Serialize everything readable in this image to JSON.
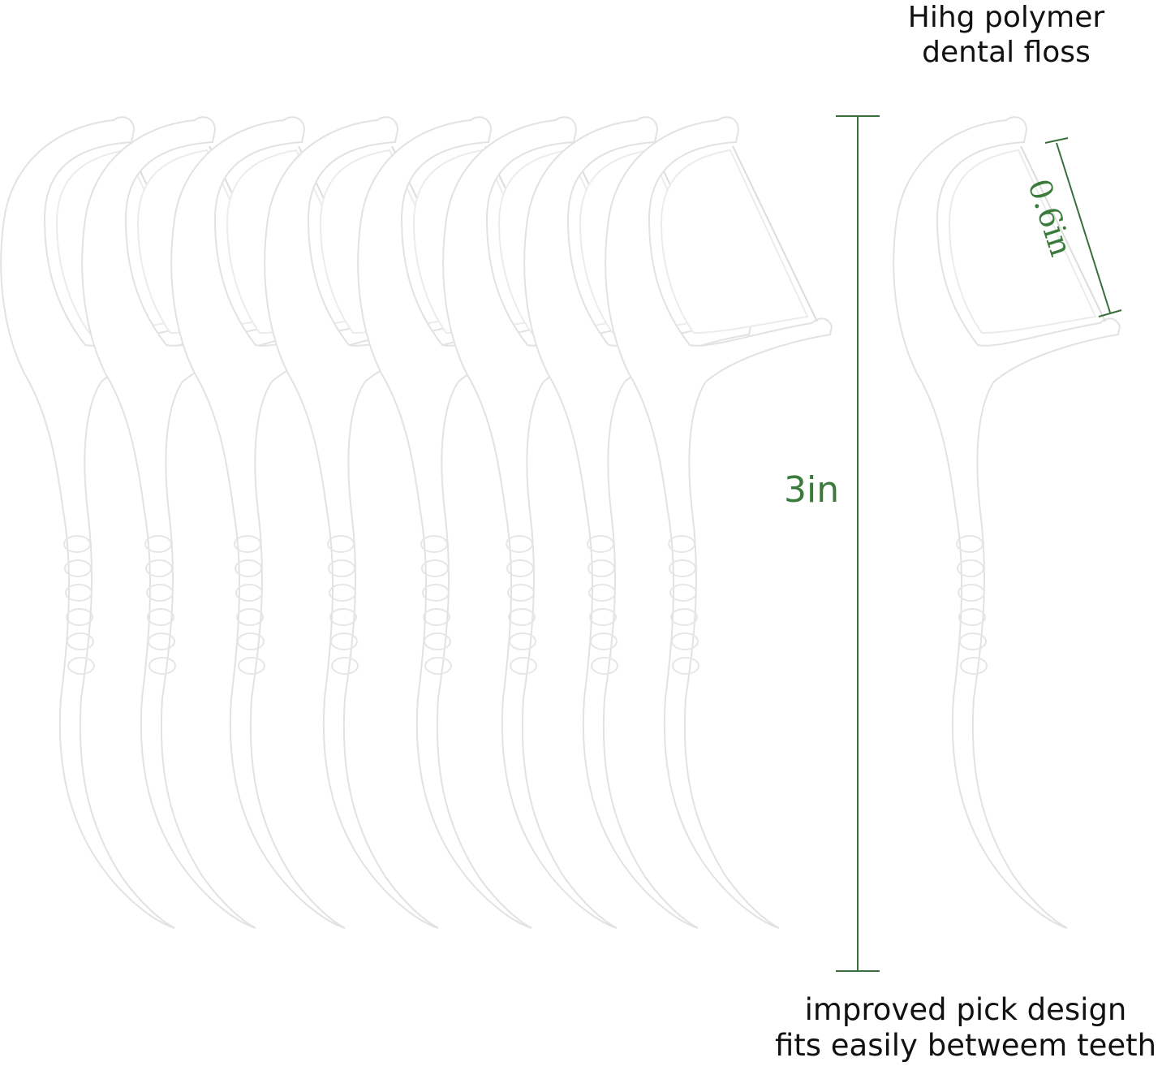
{
  "captions": {
    "top_line1": "Hihg polymer",
    "top_line2": "dental floss",
    "bottom_line1": "improved pick design",
    "bottom_line2": "fits easily betweem teeth"
  },
  "dimensions": {
    "length_label": "3in",
    "width_label": "0.6in",
    "line_color": "#3a6e3a"
  },
  "product": {
    "pick_count_group": 8,
    "pick_color": "#ffffff",
    "outline_color": "#e4e4e4"
  }
}
